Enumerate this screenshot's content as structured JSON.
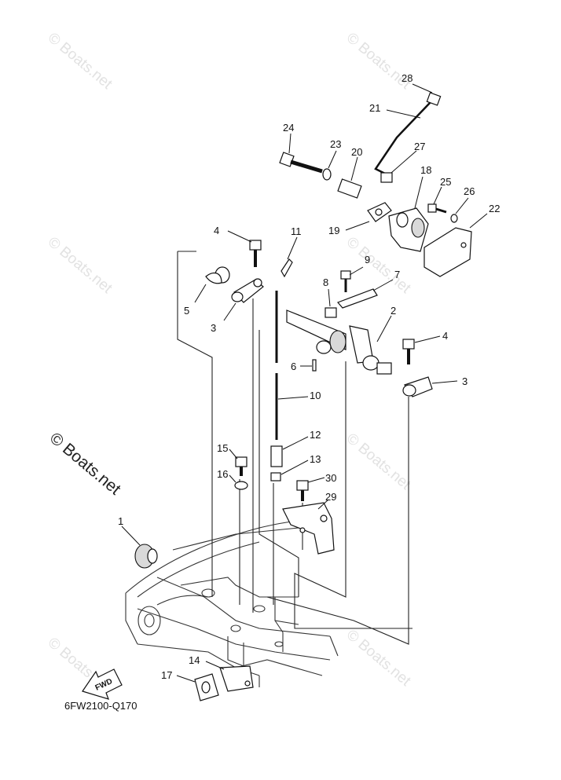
{
  "watermark": {
    "text": "© Boats.net",
    "main": "© Boats.net"
  },
  "diagram_code": "6FW2100-Q170",
  "fwd_label": "FWD",
  "callouts": {
    "c1": "1",
    "c2": "2",
    "c3a": "3",
    "c3b": "3",
    "c4a": "4",
    "c4b": "4",
    "c5": "5",
    "c6": "6",
    "c7": "7",
    "c8": "8",
    "c9": "9",
    "c10": "10",
    "c11": "11",
    "c12": "12",
    "c13": "13",
    "c14": "14",
    "c15": "15",
    "c16": "16",
    "c17": "17",
    "c18": "18",
    "c19": "19",
    "c20": "20",
    "c21": "21",
    "c22": "22",
    "c23": "23",
    "c24": "24",
    "c25": "25",
    "c26": "26",
    "c27": "27",
    "c28": "28",
    "c29": "29",
    "c30": "30"
  }
}
